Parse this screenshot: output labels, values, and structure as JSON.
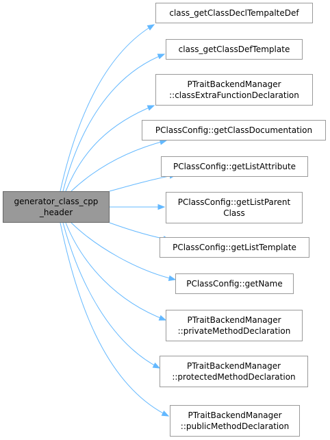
{
  "graph": {
    "root": {
      "lines": [
        "generator_class_cpp",
        "_header"
      ]
    },
    "callees": [
      {
        "lines": [
          "class_getClassDeclTempalteDef"
        ]
      },
      {
        "lines": [
          "class_getClassDefTemplate"
        ]
      },
      {
        "lines": [
          "PTraitBackendManager",
          "::classExtraFunctionDeclaration"
        ]
      },
      {
        "lines": [
          "PClassConfig::getClassDocumentation"
        ]
      },
      {
        "lines": [
          "PClassConfig::getListAttribute"
        ]
      },
      {
        "lines": [
          "PClassConfig::getListParent",
          "Class"
        ]
      },
      {
        "lines": [
          "PClassConfig::getListTemplate"
        ]
      },
      {
        "lines": [
          "PClassConfig::getName"
        ]
      },
      {
        "lines": [
          "PTraitBackendManager",
          "::privateMethodDeclaration"
        ]
      },
      {
        "lines": [
          "PTraitBackendManager",
          "::protectedMethodDeclaration"
        ]
      },
      {
        "lines": [
          "PTraitBackendManager",
          "::publicMethodDeclaration"
        ]
      }
    ]
  },
  "colors": {
    "edge": "#63b8ff",
    "root_fill": "#999999",
    "root_border": "#666666",
    "node_border": "#999999"
  }
}
